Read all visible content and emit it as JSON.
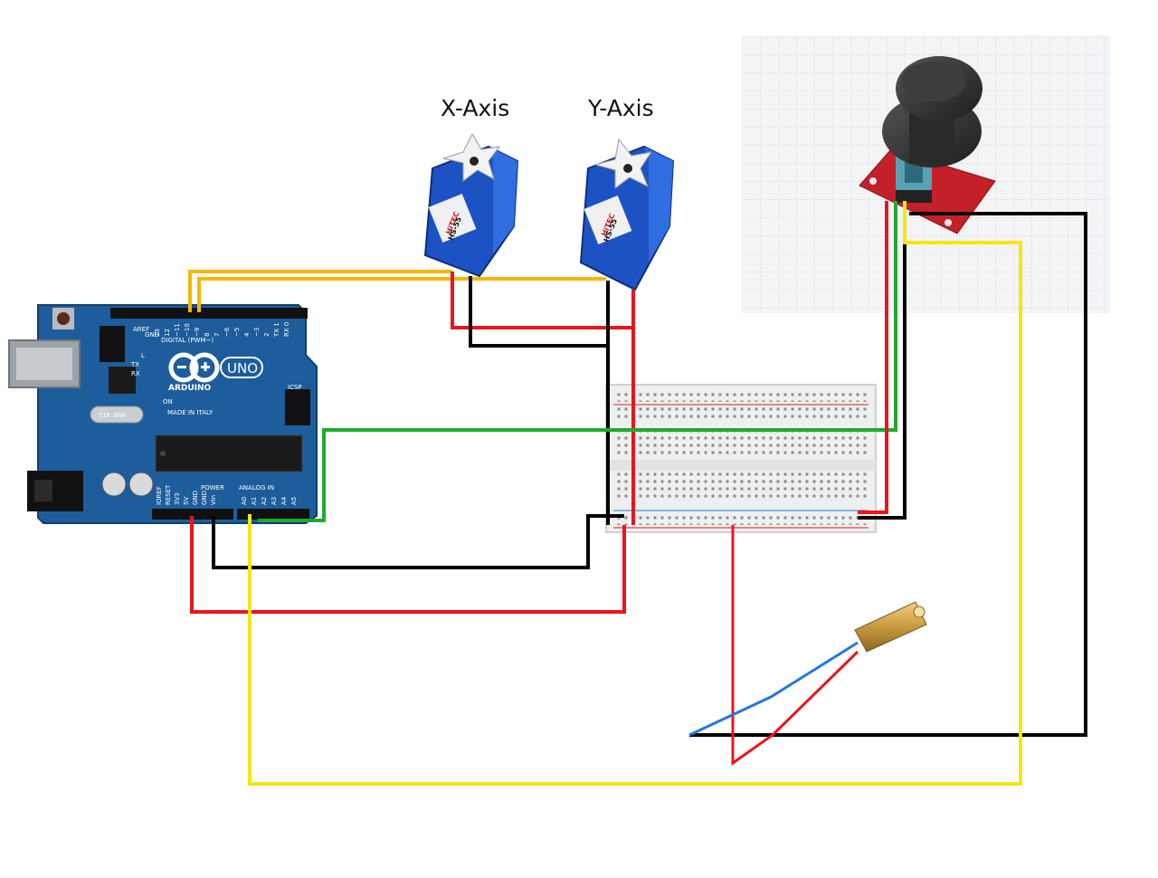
{
  "labels": {
    "x_axis": "X-Axis",
    "y_axis": "Y-Axis"
  },
  "arduino": {
    "brand": "ARDUINO",
    "model": "UNO",
    "crystal": "T16.000",
    "made_in": "MADE IN ITALY",
    "digital_label": "DIGITAL (PWM~)",
    "analog_label": "ANALOG IN",
    "power_label": "POWER",
    "icsp": "ICSP",
    "aref": "AREF",
    "gnd": "GND",
    "tx": "TX",
    "rx": "RX",
    "on": "ON",
    "l": "L",
    "digital_pins": [
      "13",
      "12",
      "~11",
      "~10",
      "~9",
      "8",
      "7",
      "~6",
      "~5",
      "4",
      "~3",
      "2",
      "TX 1",
      "RX 0"
    ],
    "power_pins": [
      "IOREF",
      "RESET",
      "3V3",
      "5V",
      "GND",
      "GND",
      "Vin"
    ],
    "analog_pins": [
      "A0",
      "A1",
      "A2",
      "A3",
      "A4",
      "A5"
    ]
  },
  "servos": {
    "brand": "HiTEC",
    "model": "HS-55"
  },
  "colors": {
    "wire_red": "#e8161c",
    "wire_black": "#000000",
    "wire_yellow": "#f5e612",
    "wire_orange": "#f5b800",
    "wire_green": "#1faa2e",
    "wire_blue": "#2478d8",
    "board_blue": "#1d5d9c",
    "servo_blue": "#1c52c4",
    "joystick_pcb": "#c4202a"
  }
}
